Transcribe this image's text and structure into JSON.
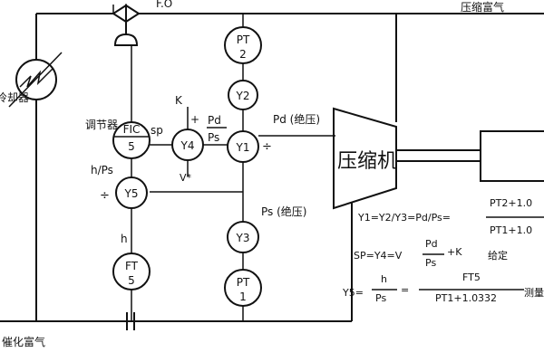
{
  "labels": {
    "fv": "F.O",
    "compressed_gas": "压缩富气",
    "cooler": "冷却器",
    "regulator": "调节器",
    "sp": "sp",
    "k": "K",
    "plus": "+",
    "v_star": "V*",
    "pd_abs": "Pd (绝压)",
    "ps_abs": "Ps (绝压)",
    "h_ps": "h/Ps",
    "div_sign": "÷",
    "h": "h",
    "pd_over_ps_num": "Pd",
    "pd_over_ps_den": "Ps",
    "catalytic_gas": "催化富气",
    "compressor": "压缩机"
  },
  "instruments": {
    "pt2_top": "PT",
    "pt2_bot": "2",
    "y2": "Y2",
    "y1": "Y1",
    "y4": "Y4",
    "fic_top": "FIC",
    "fic_bot": "5",
    "y5": "Y5",
    "y3": "Y3",
    "pt1_top": "PT",
    "pt1_bot": "1",
    "ft5_top": "FT",
    "ft5_bot": "5"
  },
  "equations": {
    "eq1_left": "Y1=Y2/Y3=Pd/Ps=",
    "eq1_num": "PT2+1.0",
    "eq1_den": "PT1+1.0",
    "eq2_left": "SP=Y4=V",
    "eq2_num": "Pd",
    "eq2_den": "Ps",
    "eq2_right": "+K",
    "eq2_note": "给定",
    "eq3_left": "Y5=",
    "eq3_h": "h",
    "eq3_ps": "Ps",
    "eq3_eq": "=",
    "eq3_num": "FT5",
    "eq3_den": "PT1+1.0332",
    "eq3_note": "测量"
  }
}
